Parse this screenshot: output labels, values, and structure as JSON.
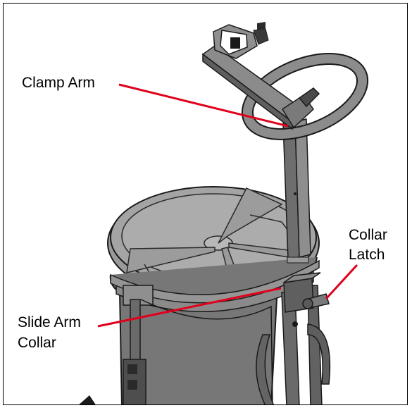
{
  "callouts": {
    "clamp_arm": "Clamp Arm",
    "collar_latch": [
      "Collar",
      "Latch"
    ],
    "slide_arm_collar": [
      "Slide Arm",
      "Collar"
    ]
  },
  "colors": {
    "leader_line": "#e0001b",
    "body_dark": "#6e6e6e",
    "body_mid": "#8a8a8a",
    "body_light": "#a7a7a7",
    "outline": "#1a1a1a",
    "frame": "#000000"
  }
}
